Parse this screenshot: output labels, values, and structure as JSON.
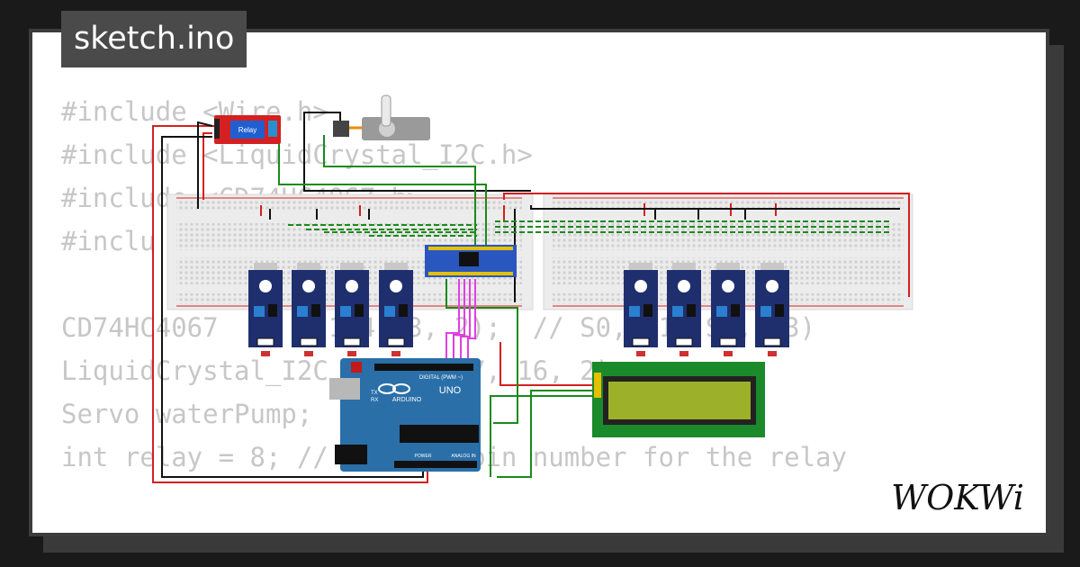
{
  "title": "sketch.ino",
  "code_lines": [
    "#include <Wire.h>",
    "#include <LiquidCrystal_I2C.h>",
    "#include <CD74HC4067.h>",
    "#inclu",
    "",
    "CD74HC4067      (1 4, 3, 2);  // S0, S1, S2, S3)",
    "LiquidCrystal_I2C     (0x27, 16, 2);",
    "Servo waterPump;",
    "int relay = 8; //     the pin number for the relay"
  ],
  "labels": {
    "relay": "Relay",
    "arduino_brand": "ARDUINO",
    "arduino_model": "UNO",
    "arduino_digital": "DIGITAL (PWM ~)",
    "arduino_analog": "ANALOG IN",
    "arduino_power": "POWER",
    "arduino_tx": "TX",
    "arduino_rx": "RX"
  },
  "brand": "WOKWi",
  "colors": {
    "wire_red": "#d42020",
    "wire_black": "#111111",
    "wire_green": "#1a8a1a",
    "wire_magenta": "#e040e0",
    "arduino_board": "#2a6fa8",
    "sensor_board": "#1f2f6e",
    "mux_board": "#2a56c0",
    "lcd_bezel": "#1a8a2a",
    "lcd_screen": "#9cb02a",
    "relay_board": "#d42020"
  }
}
